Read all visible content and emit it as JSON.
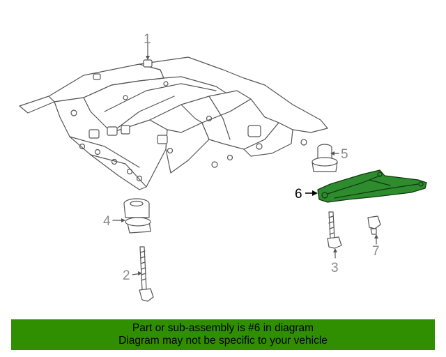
{
  "diagram": {
    "callouts": [
      {
        "id": "1",
        "label": "1"
      },
      {
        "id": "2",
        "label": "2"
      },
      {
        "id": "3",
        "label": "3"
      },
      {
        "id": "4",
        "label": "4"
      },
      {
        "id": "5",
        "label": "5"
      },
      {
        "id": "6",
        "label": "6"
      },
      {
        "id": "7",
        "label": "7"
      }
    ],
    "highlighted_part": "6",
    "highlight_color": "#2e8b2e"
  },
  "banner": {
    "line1": "Part or sub-assembly is #6 in diagram",
    "line2": "Diagram may not be specific to your vehicle",
    "background": "#2f8f00"
  }
}
